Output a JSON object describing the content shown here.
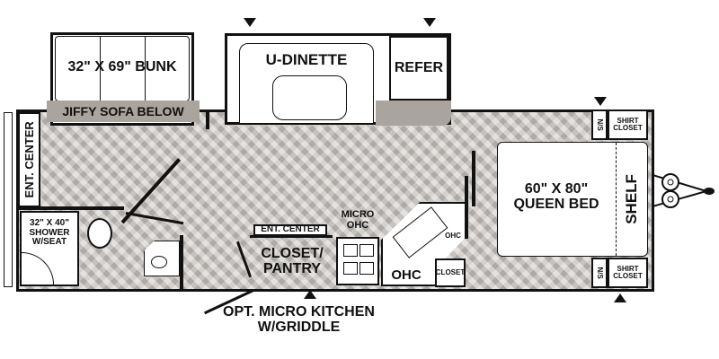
{
  "labels": {
    "bunk": "32\" X 69\" BUNK",
    "jiffy_sofa": "JIFFY SOFA BELOW",
    "u_dinette": "U-DINETTE",
    "refer": "REFER",
    "ent_center_left": "ENT. CENTER",
    "shower": "32\" X 40\" SHOWER W/SEAT",
    "ent_center_kitchen": "ENT. CENTER",
    "closet_pantry": "CLOSET/ PANTRY",
    "micro_ohc": "MICRO OHC",
    "ohc_small": "OHC",
    "ohc": "OHC",
    "closet": "CLOSET",
    "queen_bed": "60\" X 80\" QUEEN BED",
    "shelf": "SHELF",
    "ns_top": "N/S",
    "shirt_closet_top": "SHIRT CLOSET",
    "ns_bottom": "N/S",
    "shirt_closet_bottom": "SHIRT CLOSET",
    "opt_micro_kitchen": "OPT. MICRO KITCHEN W/GRIDDLE"
  }
}
